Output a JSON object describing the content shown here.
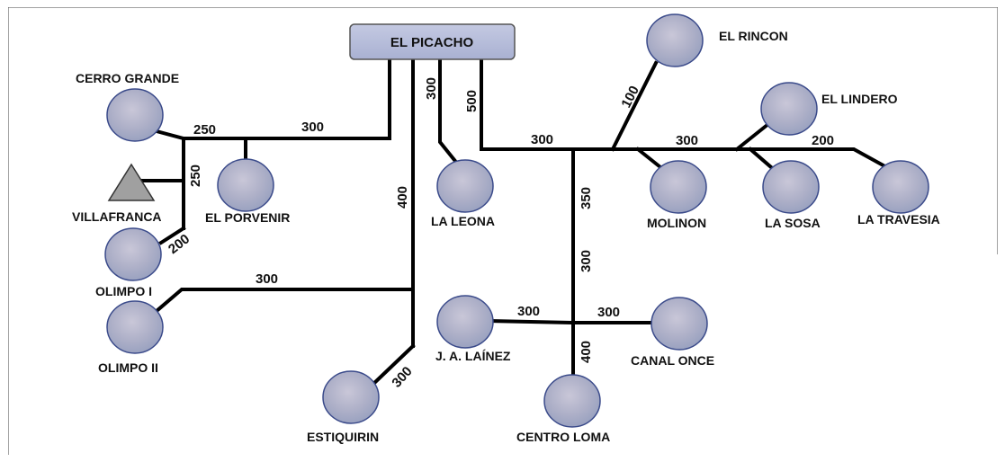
{
  "hub": {
    "label": "EL PICACHO"
  },
  "nodes": {
    "cerro_grande": "CERRO GRANDE",
    "villafranca": "VILLAFRANCA",
    "el_porvenir": "EL PORVENIR",
    "olimpo_i": "OLIMPO I",
    "olimpo_ii": "OLIMPO II",
    "la_leona": "LA LEONA",
    "estiquirin": "ESTIQUIRIN",
    "el_rincon": "EL RINCON",
    "el_lindero": "EL LINDERO",
    "molinon": "MOLINON",
    "la_sosa": "LA SOSA",
    "la_travesia": "LA TRAVESIA",
    "ja_lainez": "J. A. LAÍNEZ",
    "canal_once": "CANAL ONCE",
    "centro_loma": "CENTRO LOMA"
  },
  "distances": {
    "cg_main_250": "250",
    "main_300_top": "300",
    "villa_250": "250",
    "olimpo_200": "200",
    "olimpo_300": "300",
    "leona_300": "300",
    "trunk_400": "400",
    "estiq_300": "300",
    "east_500": "500",
    "east_300": "300",
    "rincon_100": "100",
    "lindero_300": "300",
    "travesia_200": "200",
    "south_350": "350",
    "south_300": "300",
    "lainez_300": "300",
    "canal_300": "300",
    "loma_400": "400"
  },
  "colors": {
    "node_fill": "#a8acc6",
    "node_stroke": "#3a4a8a",
    "hub_fill": "#b7bdd8",
    "triangle_fill": "#a0a0a0",
    "pipe": "#000000"
  }
}
